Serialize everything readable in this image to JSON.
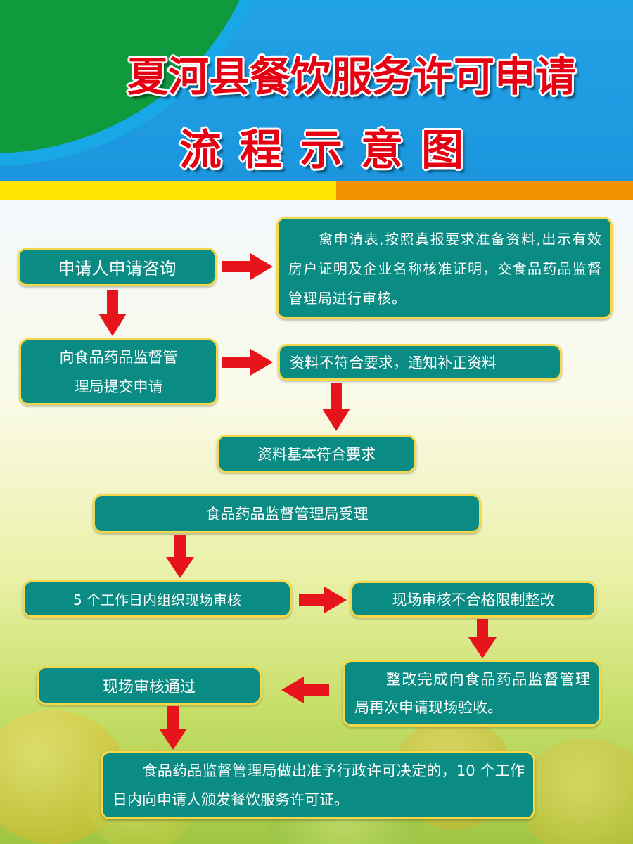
{
  "title": {
    "line1": "夏河县餐饮服务许可申请",
    "line2": "流程示意图"
  },
  "steps": {
    "consult": "申请人申请咨询",
    "fill_form": "　　禽申请表,按照真报要求准备资料,出示有效房户证明及企业名称核准证明，交食品药品监督管理局进行审核。",
    "submit_line1": "向食品药品监督管",
    "submit_line2": "理局提交申请",
    "not_compliant": "资料不符合要求，通知补正资料",
    "basic_compliant": "资料基本符合要求",
    "accept": "食品药品监督管理局受理",
    "inspect": "5 个工作日内组织现场审核",
    "rectify": "现场审核不合格限制整改",
    "reapply": "　　整改完成向食品药品监督管理局再次申请现场验收。",
    "passed": "现场审核通过",
    "decision": "　　食品药品监督管理局做出准予行政许可决定的，10 个工作日内向申请人颁发餐饮服务许可证。"
  },
  "colors": {
    "box_fill": "#0a8b83",
    "box_border": "#f5d84a",
    "arrow": "#e8141b",
    "title": "#e60012"
  }
}
